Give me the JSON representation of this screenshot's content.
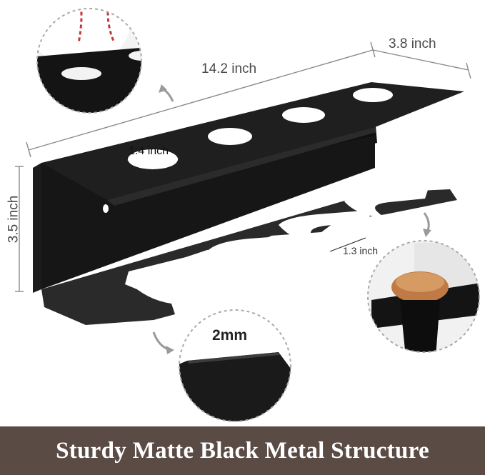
{
  "dimensions": {
    "length": "14.2 inch",
    "depth": "3.8 inch",
    "height": "3.5 inch",
    "hole_diameter": "1.4 inch",
    "slot_width": "1.3 inch",
    "thickness": "2mm"
  },
  "banner": {
    "caption": "Sturdy Matte Black Metal Structure"
  },
  "colors": {
    "metal": "#1a1a1a",
    "banner_bg": "#5b4b45",
    "banner_text": "#ffffff",
    "dim_line": "#8a8a8a"
  }
}
